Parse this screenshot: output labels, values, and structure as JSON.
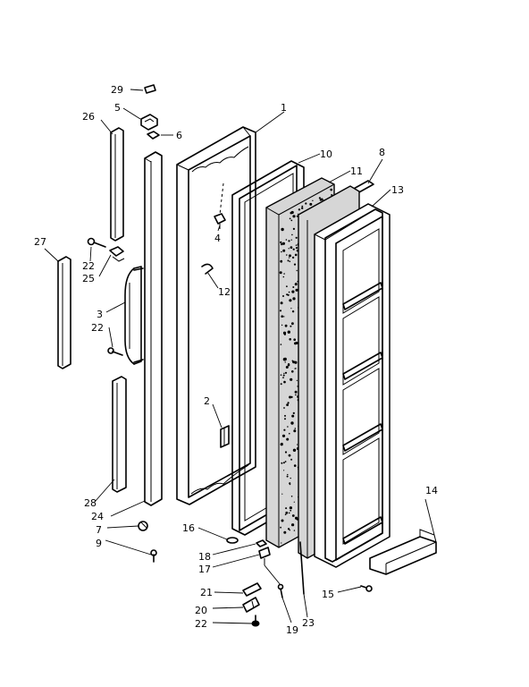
{
  "callouts": {
    "c1": "1",
    "c2": "2",
    "c3": "3",
    "c4": "4",
    "c5": "5",
    "c6": "6",
    "c7": "7",
    "c8": "8",
    "c9": "9",
    "c10": "10",
    "c11": "11",
    "c12": "12",
    "c13": "13",
    "c14": "14",
    "c15": "15",
    "c16": "16",
    "c17": "17",
    "c18": "18",
    "c19": "19",
    "c20": "20",
    "c21": "21",
    "c22a": "22",
    "c22b": "22",
    "c22c": "22",
    "c23": "23",
    "c24": "24",
    "c25": "25",
    "c26": "26",
    "c27": "27",
    "c28": "28",
    "c29": "29"
  }
}
